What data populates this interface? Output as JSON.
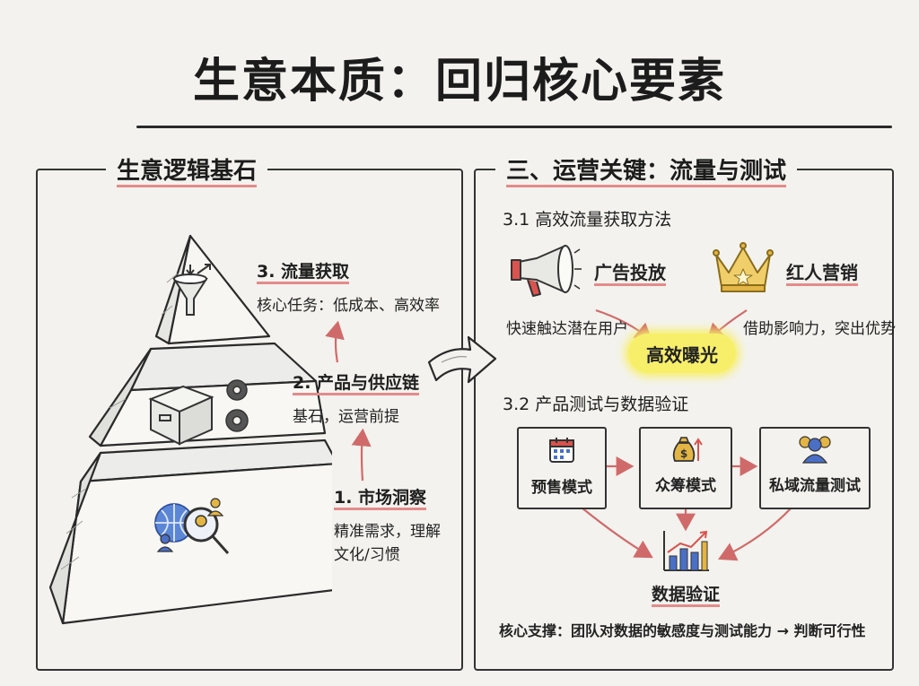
{
  "title": "生意本质：回归核心要素",
  "left": {
    "heading": "生意逻辑基石",
    "steps": [
      {
        "label": "3. 流量获取",
        "desc": "核心任务：低成本、高效率"
      },
      {
        "label": "2. 产品与供应链",
        "desc": "基石，运营前提"
      },
      {
        "label": "1. 市场洞察",
        "desc_lines": [
          "精准需求，理解",
          "文化/习惯"
        ]
      }
    ]
  },
  "right": {
    "heading": "三、运营关键：流量与测试",
    "section1": {
      "title": "3.1 高效流量获取方法",
      "ads_label": "广告投放",
      "kol_label": "红人营销",
      "ads_desc": "快速触达潜在用户",
      "kol_desc": "借助影响力，突出优势",
      "result": "高效曝光"
    },
    "section2": {
      "title": "3.2 产品测试与数据验证",
      "modes": [
        "预售模式",
        "众筹模式",
        "私域流量测试"
      ],
      "result": "数据验证",
      "footer": "核心支撑：团队对数据的敏感度与测试能力 → 判断可行性"
    }
  },
  "colors": {
    "underline": "#e48b8b",
    "arrow": "#d06a6a",
    "highlight": "#f7ef6a",
    "blue": "#4a6fc7",
    "gold": "#e3b544",
    "ink": "#222222"
  },
  "icons": [
    "funnel-icon",
    "box-icon",
    "gear-icon",
    "globe-icon",
    "magnifier-icon",
    "megaphone-icon",
    "crown-icon",
    "calendar-icon",
    "money-bag-icon",
    "users-icon",
    "growth-chart-icon",
    "big-arrow-icon"
  ]
}
